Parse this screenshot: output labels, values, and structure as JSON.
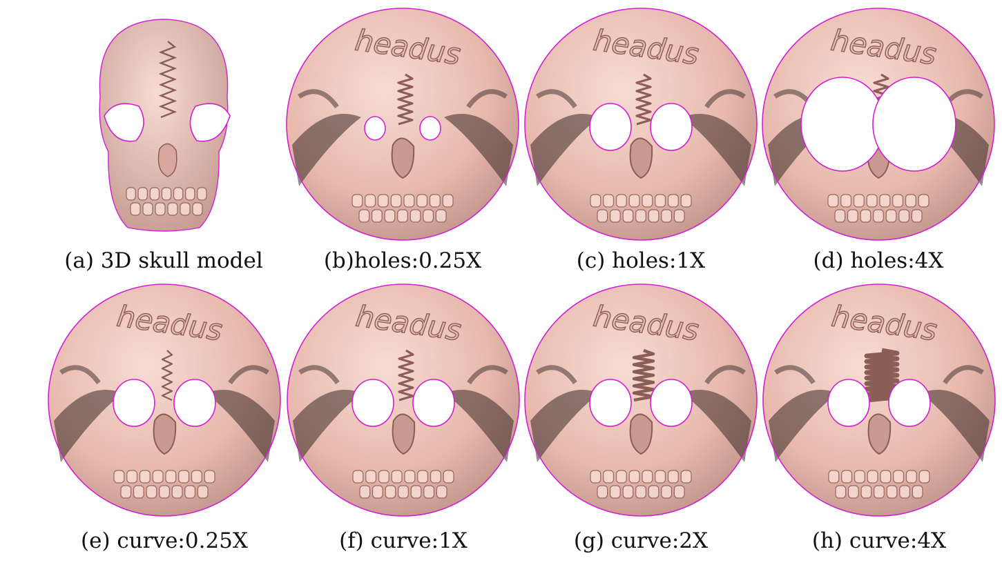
{
  "figure": {
    "colors": {
      "skin": "#e8b9ad",
      "skin_light": "#f7dcd3",
      "skin_dark": "#8a5d55",
      "boundary": "#d020d0",
      "shadow": "#3a2a28"
    },
    "embossed_text": "headus",
    "panels": [
      {
        "id": "a",
        "caption": "(a) 3D skull model",
        "kind": "skull"
      },
      {
        "id": "b",
        "caption": "(b)holes:0.25X",
        "kind": "disk",
        "hole_scale": 0.25,
        "curve_scale": 1
      },
      {
        "id": "c",
        "caption": "(c) holes:1X",
        "kind": "disk",
        "hole_scale": 1,
        "curve_scale": 1
      },
      {
        "id": "d",
        "caption": "(d) holes:4X",
        "kind": "disk",
        "hole_scale": 4,
        "curve_scale": 1
      },
      {
        "id": "e",
        "caption": "(e) curve:0.25X",
        "kind": "disk",
        "hole_scale": 1,
        "curve_scale": 0.25
      },
      {
        "id": "f",
        "caption": "(f) curve:1X",
        "kind": "disk",
        "hole_scale": 1,
        "curve_scale": 1
      },
      {
        "id": "g",
        "caption": "(g) curve:2X",
        "kind": "disk",
        "hole_scale": 1,
        "curve_scale": 2
      },
      {
        "id": "h",
        "caption": "(h) curve:4X",
        "kind": "disk",
        "hole_scale": 1,
        "curve_scale": 4
      }
    ]
  }
}
